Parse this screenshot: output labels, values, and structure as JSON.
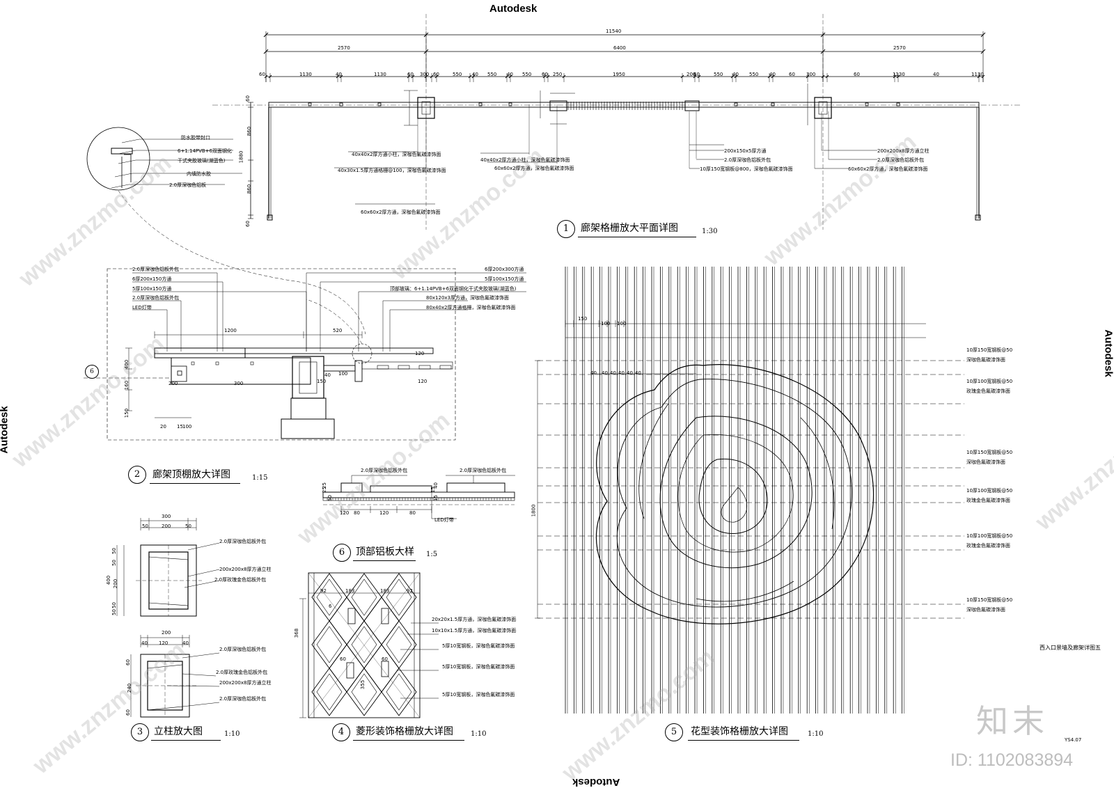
{
  "watermarks": {
    "brand": "Autodesk",
    "site": "www.znzmo.com",
    "logo_cn": "知末",
    "id_label": "ID: 1102083894"
  },
  "drawing_number": "YS4.07",
  "sheet_title": "西入口景墙及廊架详图五",
  "views": [
    {
      "num": "1",
      "title": "廊架格栅放大平面详图",
      "scale": "1:30"
    },
    {
      "num": "2",
      "title": "廊架顶棚放大详图",
      "scale": "1:15"
    },
    {
      "num": "3",
      "title": "立柱放大图",
      "scale": "1:10"
    },
    {
      "num": "4",
      "title": "菱形装饰格栅放大详图",
      "scale": "1:10"
    },
    {
      "num": "5",
      "title": "花型装饰格栅放大详图",
      "scale": "1:10"
    },
    {
      "num": "6",
      "title": "顶部铝板大样",
      "scale": "1:5"
    }
  ],
  "plan_dims": {
    "total": "11540",
    "segments": [
      "2570",
      "6400",
      "2570"
    ],
    "fine": [
      "60",
      "1130",
      "40",
      "1130",
      "60",
      "300",
      "60",
      "550",
      "40",
      "550",
      "40",
      "550",
      "60",
      "250",
      "1950",
      "200",
      "60",
      "550",
      "40",
      "550",
      "40",
      "60",
      "300",
      "60",
      "1130",
      "40",
      "1130",
      "60"
    ],
    "left_vertical": [
      "60",
      "860",
      "1880",
      "860",
      "60"
    ]
  },
  "plan_notes": [
    "40x40x2厚方通小柱，深咖色氟碳漆饰面",
    "40x30x1.5厚方通格栅@100，深咖色氟碳漆饰面",
    "40x40x2厚方通小柱，深咖色氟碳漆饰面",
    "60x60x2厚方通，深咖色氟碳漆饰面",
    "60x60x2厚方通，深咖色氟碳漆饰面",
    "200x150x5厚方通",
    "2.0厚深咖色铝板外包",
    "10厚150宽钢板@800，深咖色氟碳漆饰面",
    "200x200x8厚方通立柱",
    "2.0厚深咖色铝板外包",
    "60x60x2厚方通，深咖色氟碳漆饰面"
  ],
  "detail_circle_notes": [
    "防水胶带封口",
    "6+1.14PVB+6双面钢化",
    "干式夹胶玻璃(湖蓝色)",
    "内填防水胶",
    "2.0厚深咖色铝板"
  ],
  "canopy_notes_left": [
    "2.0厚深咖色铝板外包",
    "6厚200x150方通",
    "5厚100x150方通",
    "2.0厚深咖色铝板外包",
    "LED灯带"
  ],
  "canopy_notes_right": [
    "6厚200x300方通",
    "5厚100x150方通",
    "顶部玻璃：6+1.14PVB+6双面钢化干式夹胶玻璃(湖蓝色)",
    "80x120x3厚方通，深咖色氟碳漆饰面",
    "80x40x2厚方通格栅，深咖色氟碳漆饰面"
  ],
  "canopy_dims": [
    "1200",
    "520",
    "400",
    "160",
    "150",
    "200",
    "300",
    "150",
    "100",
    "40",
    "120",
    "120",
    "20",
    "15",
    "100"
  ],
  "column_a_notes": [
    "2.0厚深咖色铝板外包",
    "200x200x8厚方通立柱",
    "2.0厚玫瑰金色铝板外包"
  ],
  "column_a_dims": [
    "300",
    "50",
    "200",
    "50",
    "400",
    "50",
    "50",
    "200",
    "50",
    "50"
  ],
  "column_b_notes": [
    "2.0厚深咖色铝板外包",
    "2.0厚玫瑰金色铝板外包",
    "200x200x8厚方通立柱",
    "2.0厚深咖色铝板外包"
  ],
  "column_b_dims": [
    "200",
    "40",
    "120",
    "40",
    "60",
    "240",
    "60"
  ],
  "alu_notes": [
    "2.0厚深咖色铝板外包",
    "2.0厚深咖色铝板外包",
    "LED灯带"
  ],
  "alu_dims": [
    "80",
    "120",
    "80",
    "120",
    "25",
    "50",
    "15",
    "15",
    "25",
    "40"
  ],
  "diamond_notes": [
    "20x20x1.5厚方通，深咖色氟碳漆饰面",
    "10x10x1.5厚方通，深咖色氟碳漆饰面",
    "5厚10宽钢板，深咖色氟碳漆饰面",
    "5厚10宽钢板，深咖色氟碳漆饰面",
    "5厚10宽钢板，深咖色氟碳漆饰面"
  ],
  "diamond_dims": [
    "92",
    "183",
    "183",
    "92",
    "368",
    "60",
    "60",
    "355",
    "6"
  ],
  "flower_notes": [
    [
      "10厚150宽钢板@50",
      "深咖色氟碳漆饰面"
    ],
    [
      "10厚100宽钢板@50",
      "玫瑰金色氟碳漆饰面"
    ],
    [
      "10厚150宽钢板@50",
      "深咖色氟碳漆饰面"
    ],
    [
      "10厚100宽钢板@50",
      "玫瑰金色氟碳漆饰面"
    ],
    [
      "10厚100宽钢板@50",
      "玫瑰金色氟碳漆饰面"
    ],
    [
      "10厚150宽钢板@50",
      "深咖色氟碳漆饰面"
    ]
  ],
  "flower_dims": [
    "150",
    "100",
    "100",
    "1800",
    "40",
    "40",
    "40",
    "40",
    "40",
    "40"
  ],
  "section_mark": "6"
}
